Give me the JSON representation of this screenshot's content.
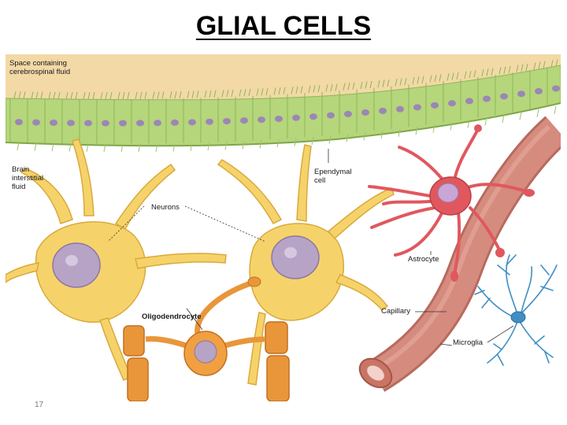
{
  "slide": {
    "title": "GLIAL CELLS",
    "page_number": "17"
  },
  "figure": {
    "labels": {
      "csf_space": "Space containing\ncerebrospinal fluid",
      "interstitial": "Brain\ninterstitial\nfluid",
      "neurons": "Neurons",
      "ependymal": "Ependymal\ncell",
      "astrocyte": "Astrocyte",
      "oligodendrocyte": "Oligodendrocyte",
      "capillary": "Capillary",
      "microglia": "Microglia"
    },
    "colors": {
      "csf_background": "#f2d9a6",
      "tissue_background": "#ffffff",
      "ependymal_layer": "#b5d67a",
      "ependymal_nuclei": "#9b87b5",
      "neuron_body": "#f6d36a",
      "neuron_outline": "#d9a93c",
      "neuron_nucleus": "#b7a3c6",
      "astrocyte": "#e0585e",
      "oligodendrocyte": "#f0a040",
      "myelin_sheath": "#e9963a",
      "capillary": "#cf7f73",
      "microglia": "#3f8fc4"
    }
  }
}
